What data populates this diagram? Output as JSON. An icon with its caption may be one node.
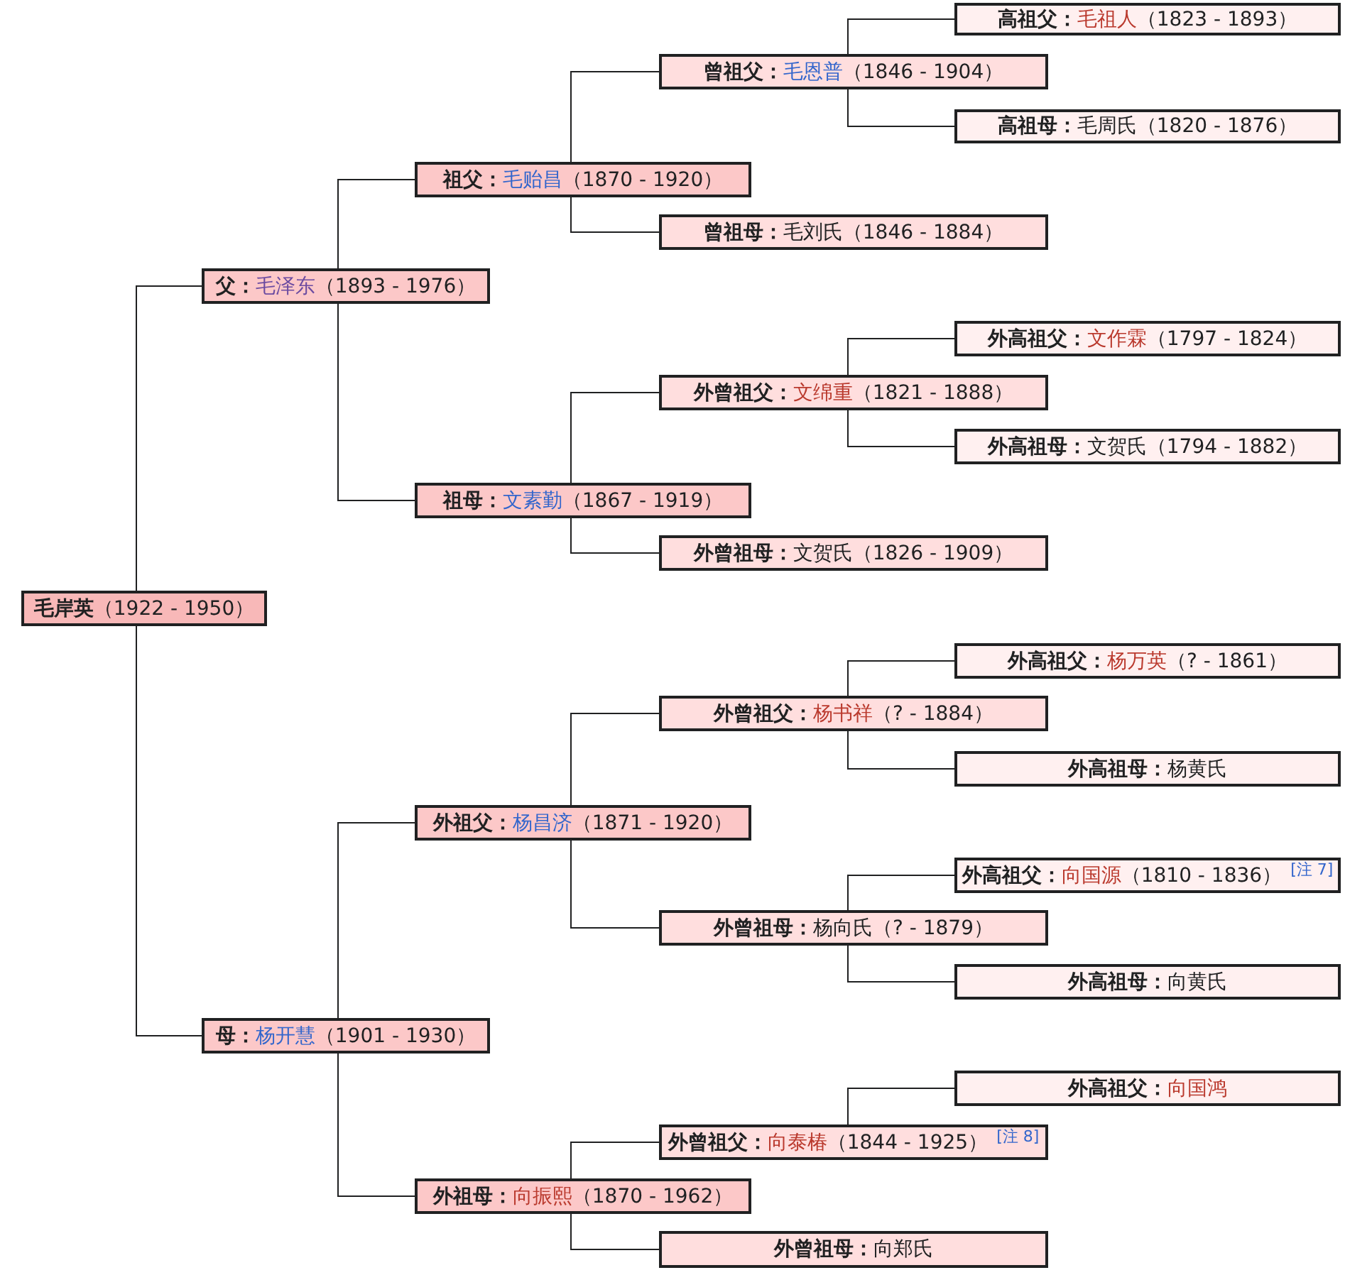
{
  "diagram": {
    "nodes": [
      {
        "text": [
          "毛岸英",
          "（1922 - 1950）"
        ]
      },
      {
        "text": [
          "父：",
          "毛泽东",
          "（1893 - 1976）"
        ]
      },
      {
        "text": [
          "祖父：",
          "毛贻昌",
          "（1870 - 1920）"
        ]
      },
      {
        "text": [
          "曾祖父：",
          "毛恩普",
          "（1846 - 1904）"
        ]
      },
      {
        "text": [
          "高祖父：",
          "毛祖人",
          "（1823 - 1893）"
        ]
      },
      {
        "text": [
          "高祖母：",
          "毛周氏",
          "（1820 - 1876）"
        ]
      },
      {
        "text": [
          "曾祖母：",
          "毛刘氏",
          "（1846 - 1884）"
        ]
      },
      {
        "text": [
          "祖母：",
          "文素勤",
          "（1867 - 1919）"
        ]
      },
      {
        "text": [
          "外曾祖父：",
          "文绵重",
          "（1821 - 1888）"
        ]
      },
      {
        "text": [
          "外高祖父：",
          "文作霖",
          "（1797 - 1824）"
        ]
      },
      {
        "text": [
          "外高祖母：",
          "文贺氏",
          "（1794 - 1882）"
        ]
      },
      {
        "text": [
          "外曾祖母：",
          "文贺氏",
          "（1826 - 1909）"
        ]
      },
      {
        "text": [
          "母：",
          "杨开慧",
          "（1901 - 1930）"
        ]
      },
      {
        "text": [
          "外祖父：",
          "杨昌济",
          "（1871 - 1920）"
        ]
      },
      {
        "text": [
          "外曾祖父：",
          "杨书祥",
          "（? - 1884）"
        ]
      },
      {
        "text": [
          "外高祖父：",
          "杨万英",
          "（? - 1861）"
        ]
      },
      {
        "text": [
          "外高祖母：",
          "杨黄氏"
        ]
      },
      {
        "text": [
          "外曾祖母：",
          "杨向氏",
          "（? - 1879）"
        ]
      },
      {
        "text": [
          "外高祖父：",
          "向国源",
          "（1810 - 1836）",
          "[注 7]"
        ]
      },
      {
        "text": [
          "外高祖母：",
          "向黄氏"
        ]
      },
      {
        "text": [
          "外祖母：",
          "向振熙",
          "（1870 - 1962）"
        ]
      },
      {
        "text": [
          "外曾祖父：",
          "向泰椿",
          "（1844 - 1925）",
          "[注 8]"
        ]
      },
      {
        "text": [
          "外高祖父：",
          "向国鸿"
        ]
      },
      {
        "text": [
          "外曾祖母：",
          "向郑氏"
        ]
      }
    ],
    "edges": [
      {
        "from": 0,
        "to": 1,
        "arrow": "none"
      },
      {
        "from": 0,
        "to": 12,
        "arrow": "none"
      },
      {
        "from": 1,
        "to": 2,
        "arrow": "none"
      },
      {
        "from": 1,
        "to": 7,
        "arrow": "none"
      },
      {
        "from": 2,
        "to": 3,
        "arrow": "none"
      },
      {
        "from": 2,
        "to": 6,
        "arrow": "none"
      },
      {
        "from": 3,
        "to": 4,
        "arrow": "none"
      },
      {
        "from": 3,
        "to": 5,
        "arrow": "none"
      },
      {
        "from": 7,
        "to": 8,
        "arrow": "none"
      },
      {
        "from": 7,
        "to": 11,
        "arrow": "none"
      },
      {
        "from": 8,
        "to": 9,
        "arrow": "none"
      },
      {
        "from": 8,
        "to": 10,
        "arrow": "none"
      },
      {
        "from": 12,
        "to": 13,
        "arrow": "none"
      },
      {
        "from": 12,
        "to": 20,
        "arrow": "none"
      },
      {
        "from": 13,
        "to": 14,
        "arrow": "none"
      },
      {
        "from": 13,
        "to": 17,
        "arrow": "none"
      },
      {
        "from": 14,
        "to": 15,
        "arrow": "none"
      },
      {
        "from": 14,
        "to": 16,
        "arrow": "none"
      },
      {
        "from": 17,
        "to": 18,
        "arrow": "none"
      },
      {
        "from": 17,
        "to": 19,
        "arrow": "none"
      },
      {
        "from": 20,
        "to": 21,
        "arrow": "none"
      },
      {
        "from": 20,
        "to": 23,
        "arrow": "none"
      },
      {
        "from": 21,
        "to": 22,
        "arrow": "none"
      }
    ]
  }
}
